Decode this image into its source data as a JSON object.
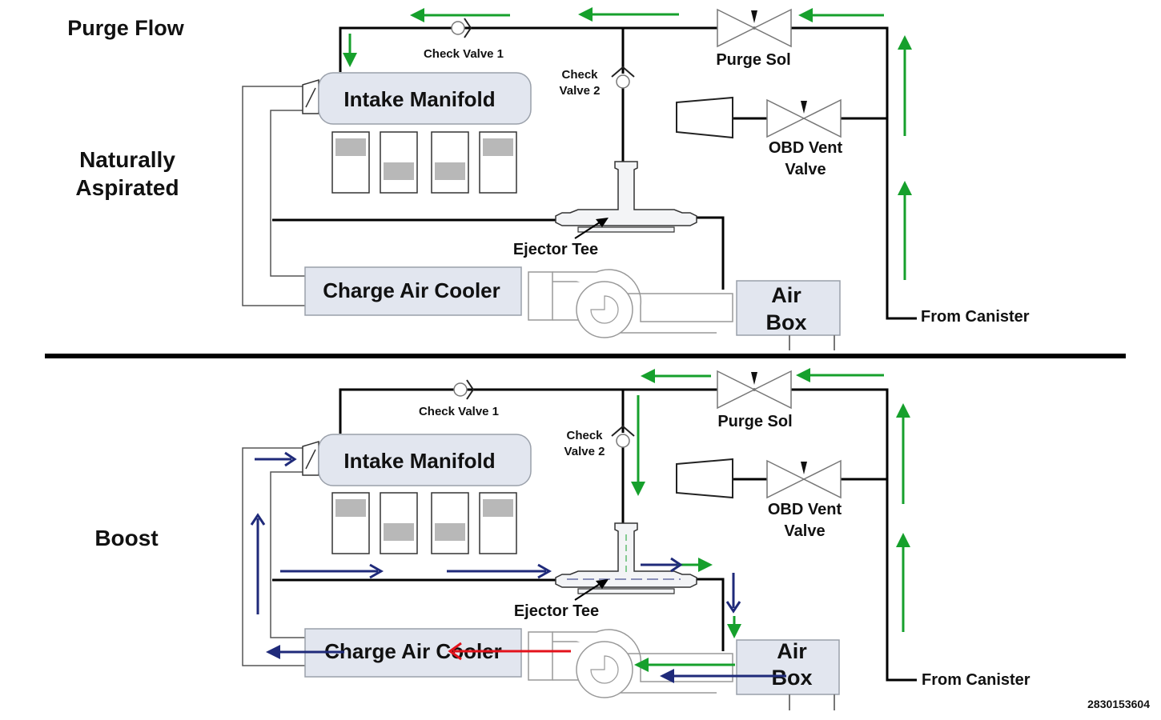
{
  "labels": {
    "purge_flow": "Purge Flow",
    "naturally": "Naturally",
    "aspirated": "Aspirated",
    "boost": "Boost",
    "figure_id": "2830153604"
  },
  "components": {
    "intake_manifold": "Intake Manifold",
    "charge_air_cooler": "Charge Air Cooler",
    "air": "Air",
    "box": "Box",
    "purge_sol": "Purge Sol",
    "obd_vent": "OBD Vent",
    "valve": "Valve",
    "check_valve_1": "Check Valve 1",
    "check": "Check",
    "valve_2": "Valve 2",
    "ejector_tee": "Ejector Tee",
    "from_canister": "From Canister"
  },
  "colors": {
    "purge_flow_arrow": "#16a02c",
    "boost_air_arrow": "#1f2a7a",
    "reverse_flow_arrow": "#e3121b",
    "component_fill": "#e2e6ef"
  }
}
